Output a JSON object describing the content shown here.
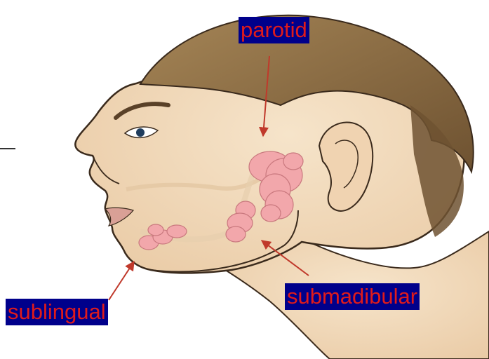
{
  "labels": {
    "parotid": "parotid",
    "submandibular": "submadibular",
    "sublingual": "sublingual"
  },
  "colors": {
    "label_background": "#00008b",
    "label_text": "#e01b1b",
    "pointer_arrow": "#c0392b",
    "gland": "#f2a7ab",
    "skin": "#f1d9bb",
    "hair": "#8a6b45"
  },
  "illustration": {
    "subject": "side-view human head",
    "structures": [
      "parotid-gland",
      "submandibular-gland",
      "sublingual-gland"
    ]
  }
}
